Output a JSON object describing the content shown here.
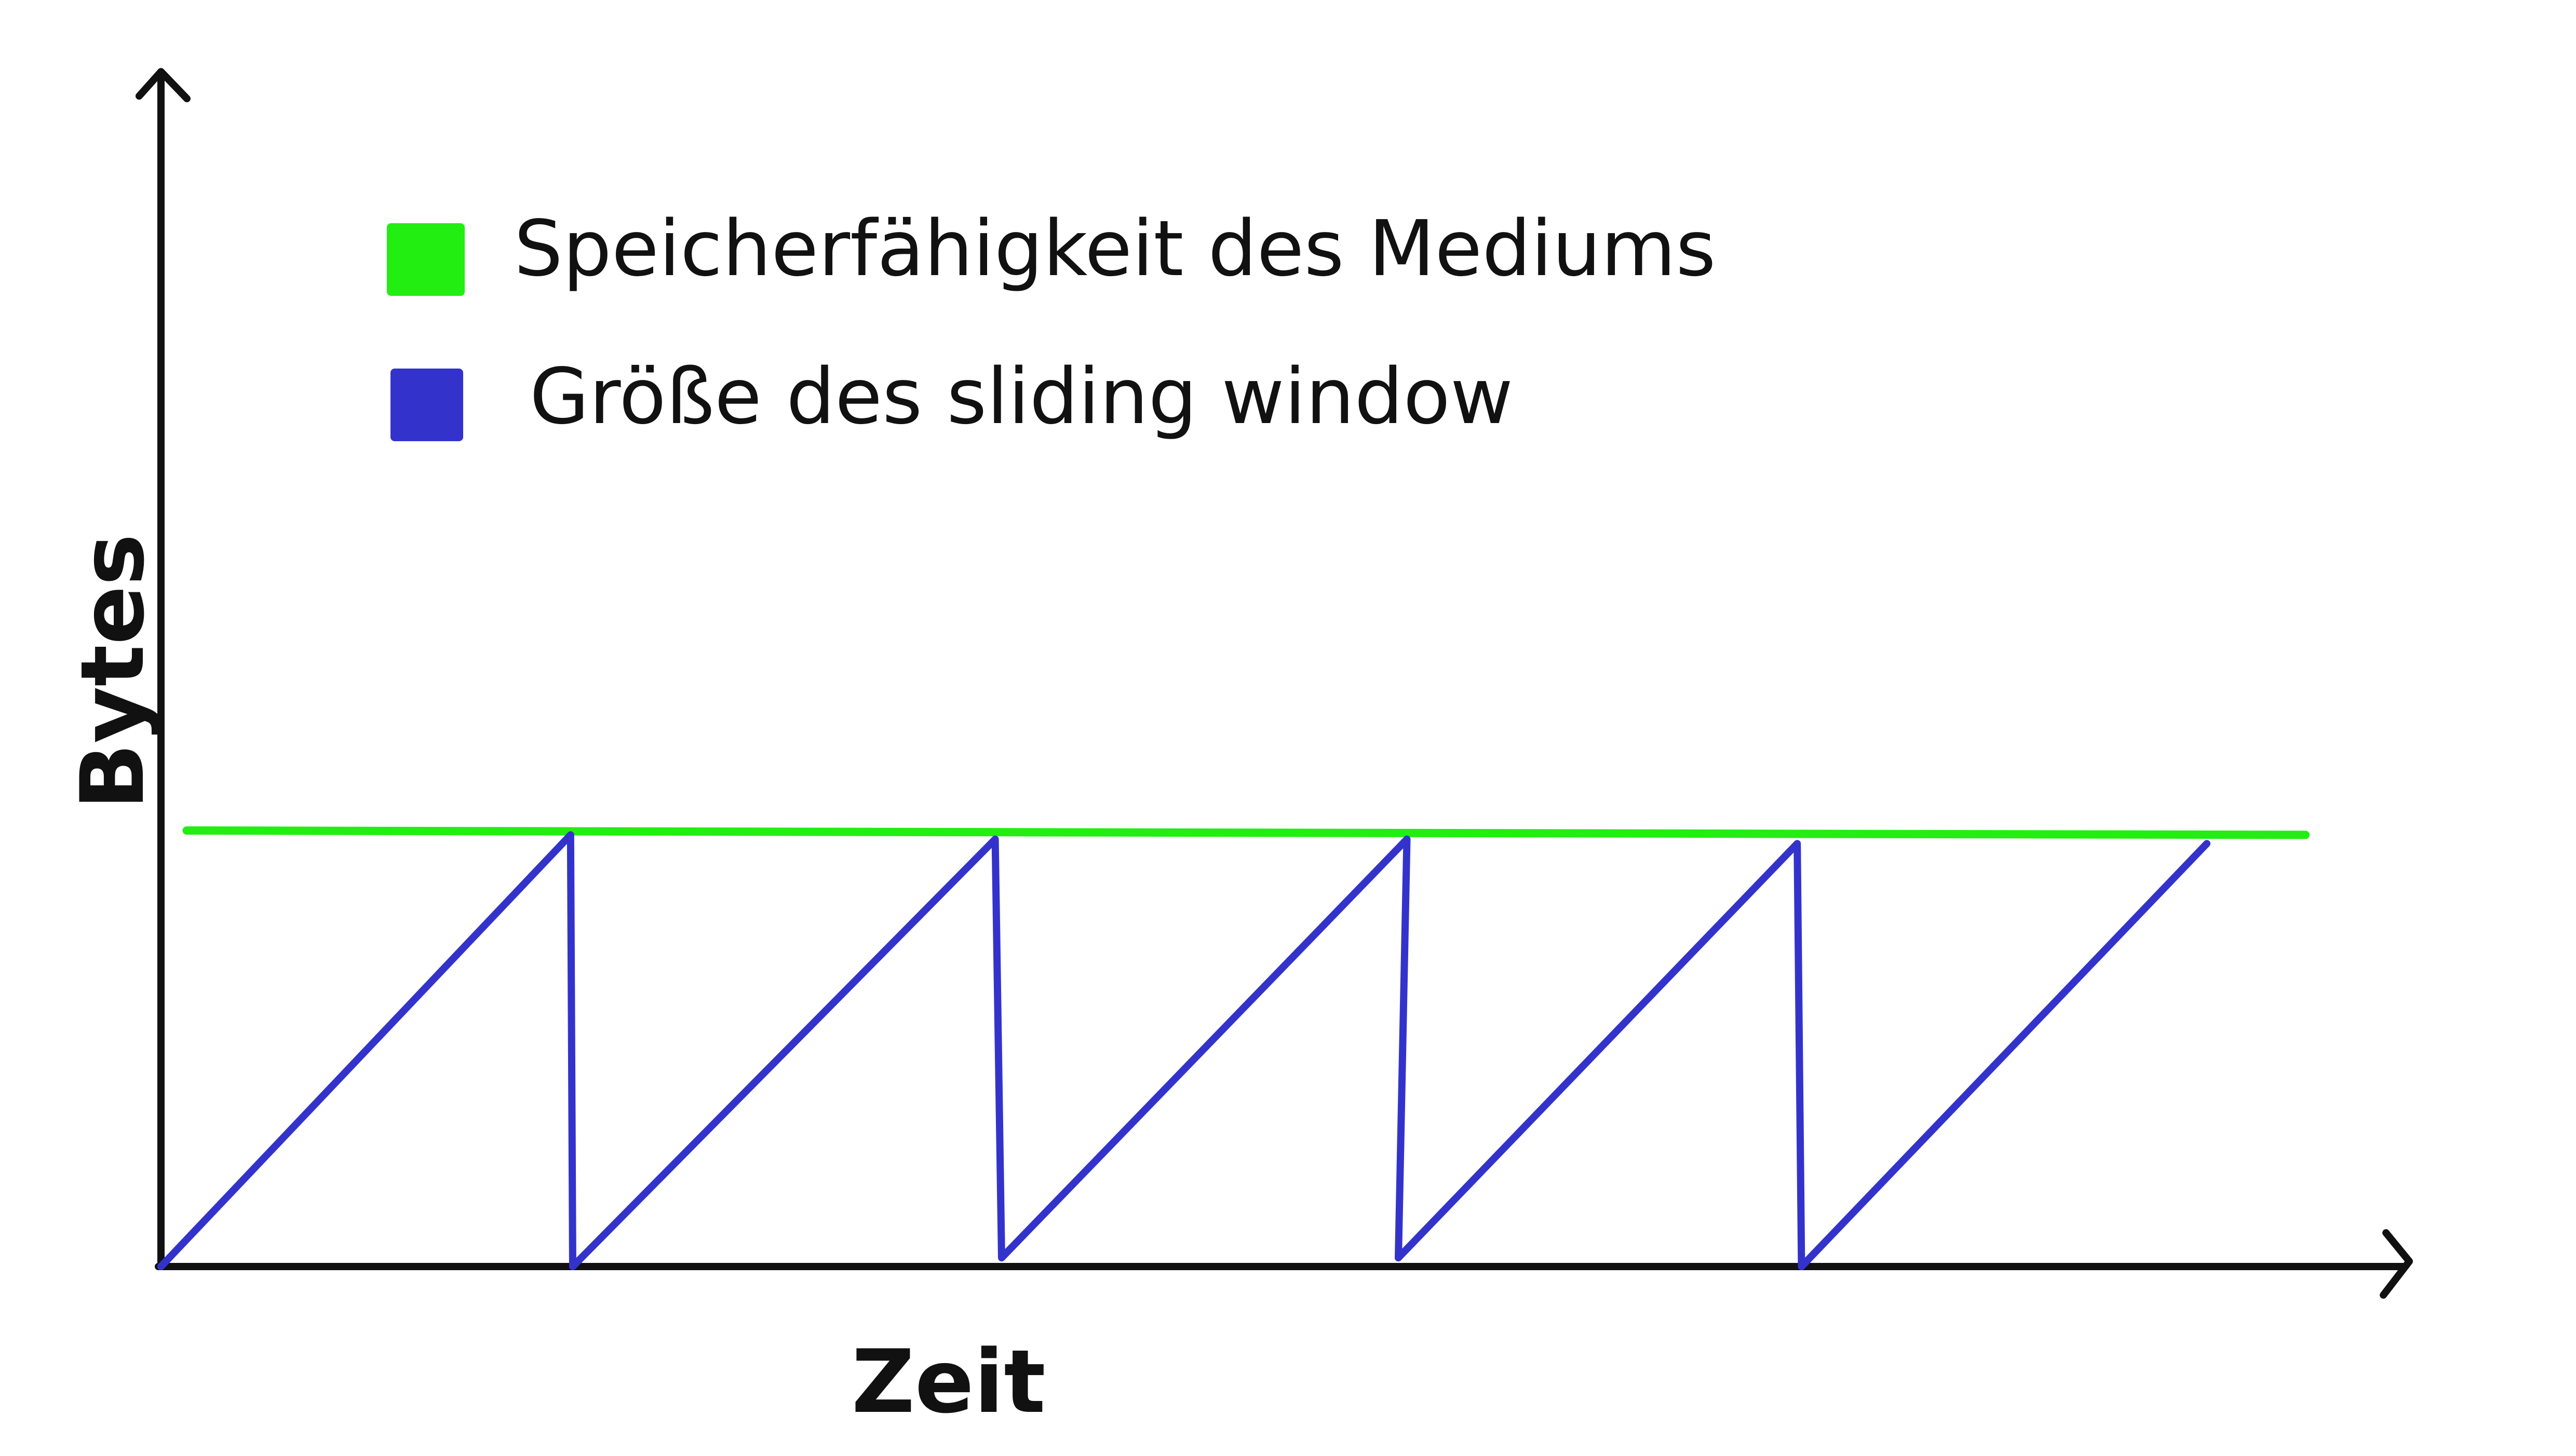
{
  "chart_data": {
    "type": "line",
    "xlabel": "Zeit",
    "ylabel": "Bytes",
    "axis_ticks": "none",
    "grid": false,
    "legend_placement": "top-left",
    "ylim": [
      0,
      1
    ],
    "xlim": [
      0,
      1
    ],
    "series": [
      {
        "name": "Speicherfähigkeit des Mediums",
        "color": "#22ee11",
        "points": [
          [
            0.012,
            1.0
          ],
          [
            1.0,
            0.99
          ]
        ]
      },
      {
        "name": "Größe des sliding window",
        "color": "#3333cc",
        "points": [
          [
            0.0,
            0.0
          ],
          [
            0.191,
            0.99
          ],
          [
            0.192,
            0.0
          ],
          [
            0.389,
            0.98
          ],
          [
            0.392,
            0.02
          ],
          [
            0.581,
            0.98
          ],
          [
            0.577,
            0.02
          ],
          [
            0.763,
            0.97
          ],
          [
            0.765,
            0.0
          ],
          [
            0.954,
            0.97
          ]
        ]
      }
    ]
  }
}
